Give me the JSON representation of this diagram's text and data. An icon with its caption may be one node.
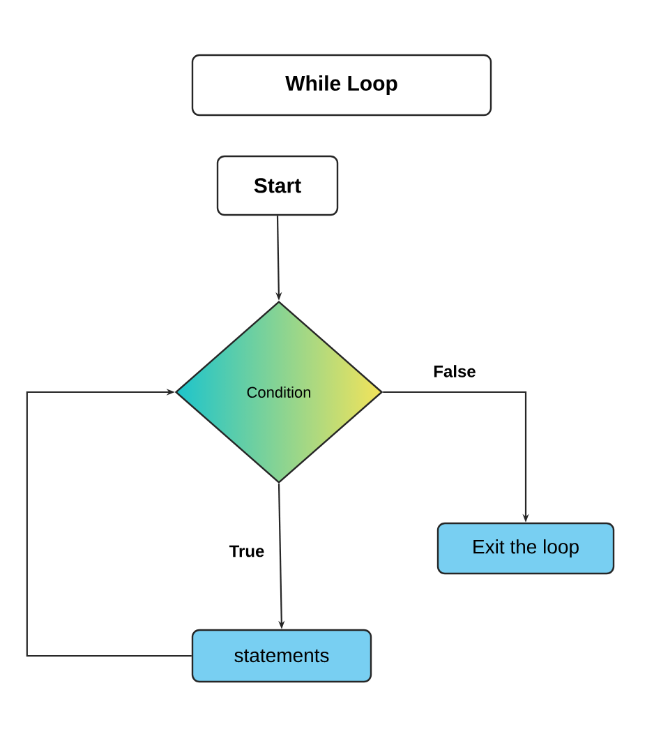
{
  "diagram": {
    "nodes": [
      {
        "text": [
          "While Loop"
        ]
      },
      {
        "text": [
          "Start"
        ]
      },
      {
        "text": [
          "Condition"
        ]
      },
      {
        "text": [
          "Exit the loop"
        ]
      },
      {
        "text": [
          "statements"
        ]
      }
    ],
    "edges": [
      {
        "from": 1,
        "to": 2,
        "arrow": "to"
      },
      {
        "from": 2,
        "to": 3,
        "arrow": "to",
        "label": "False"
      },
      {
        "from": 2,
        "to": 4,
        "arrow": "to",
        "label": "True"
      },
      {
        "from": 4,
        "to": 2,
        "arrow": "to"
      }
    ]
  }
}
